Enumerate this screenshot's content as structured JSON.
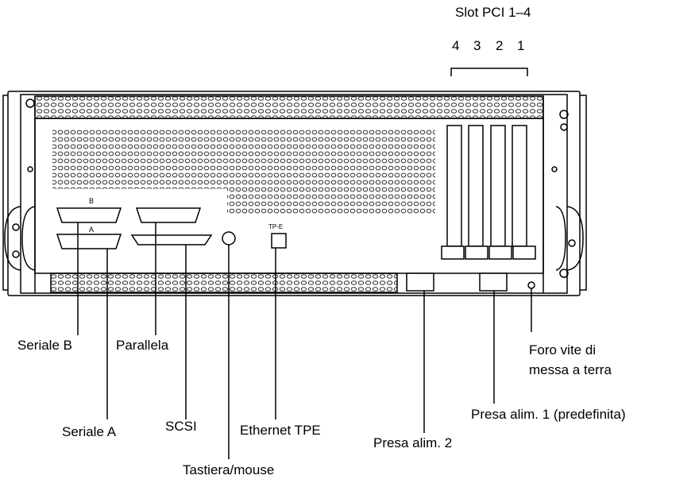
{
  "slot_title": "Slot PCI 1–4",
  "slot_numbers": [
    "4",
    "3",
    "2",
    "1"
  ],
  "labels": {
    "seriale_b": "Seriale B",
    "parallela": "Parallela",
    "seriale_a": "Seriale A",
    "scsi": "SCSI",
    "ethernet_tpe": "Ethernet TPE",
    "tastiera_mouse": "Tastiera/mouse",
    "presa_alim_2": "Presa alim. 2",
    "presa_alim_1": "Presa alim. 1 (predefinita)",
    "foro_vite_line1": "Foro vite di",
    "foro_vite_line2": "messa a terra"
  },
  "port_marks": {
    "serial_b": "B",
    "serial_a": "A",
    "tpe": "TP-E"
  },
  "colors": {
    "line": "#000000",
    "background": "#ffffff",
    "vent": "#555555"
  }
}
